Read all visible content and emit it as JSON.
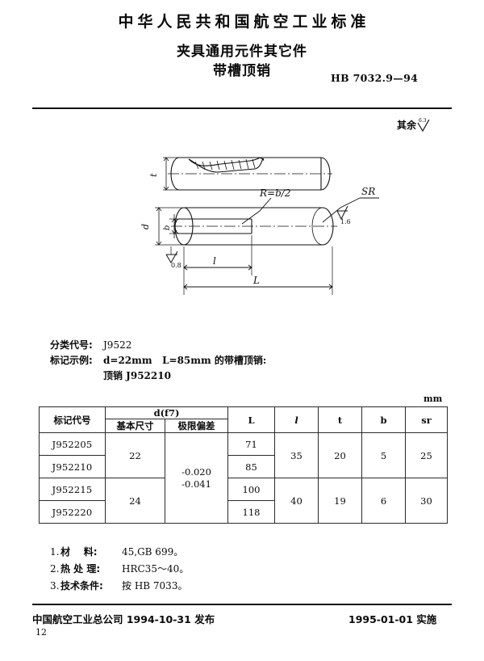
{
  "header": {
    "authority_title": "中华人民共和国航空工业标准",
    "doc_title_line1": "夹具通用元件其它件",
    "doc_title_line2": "带槽顶销",
    "standard_number": "HB 7032.9—94"
  },
  "drawing": {
    "overall_roughness_label": "其余",
    "overall_roughness_value": "6.3",
    "radius_note": "R=b/2",
    "sr_note": "SR",
    "sr_roughness_value": "1.6",
    "end_roughness_value": "0.8",
    "dim_t": "t",
    "dim_d": "d",
    "dim_b": "b",
    "dim_l_small": "l",
    "dim_L_large": "L"
  },
  "spec": {
    "class_code_label": "分类代号:",
    "class_code_value": "J9522",
    "example_label": "标记示例:",
    "example_value": "d=22mm   L=85mm 的带槽顶销:",
    "example_value2": "顶销   J952210"
  },
  "table": {
    "unit": "mm",
    "headers": {
      "code": "标记代号",
      "d_group": "d(f7)",
      "d_basic": "基本尺寸",
      "d_dev": "极限偏差",
      "L": "L",
      "l": "l",
      "t": "t",
      "b": "b",
      "sr": "sr"
    },
    "groups": [
      {
        "codes": [
          "J952205",
          "J952210"
        ],
        "d_basic": "22",
        "d_dev": "-0.020\n-0.041",
        "L": [
          "71",
          "85"
        ],
        "l": "35",
        "t": "20",
        "b": "5",
        "sr": "25"
      },
      {
        "codes": [
          "J952215",
          "J952220"
        ],
        "d_basic": "24",
        "d_dev": "",
        "L": [
          "100",
          "118"
        ],
        "l": "40",
        "t": "19",
        "b": "6",
        "sr": "30"
      }
    ]
  },
  "notes": [
    {
      "num": "1.",
      "key": "材    料:",
      "value": "45,GB 699。"
    },
    {
      "num": "2.",
      "key": "热 处 理:",
      "value": "HRC35～40。"
    },
    {
      "num": "3.",
      "key": "技术条件:",
      "value": "按 HB 7033。"
    }
  ],
  "footer": {
    "issuer": "中国航空工业总公司 1994-10-31 发布",
    "effective": "1995-01-01 实施",
    "page_number": "12"
  }
}
